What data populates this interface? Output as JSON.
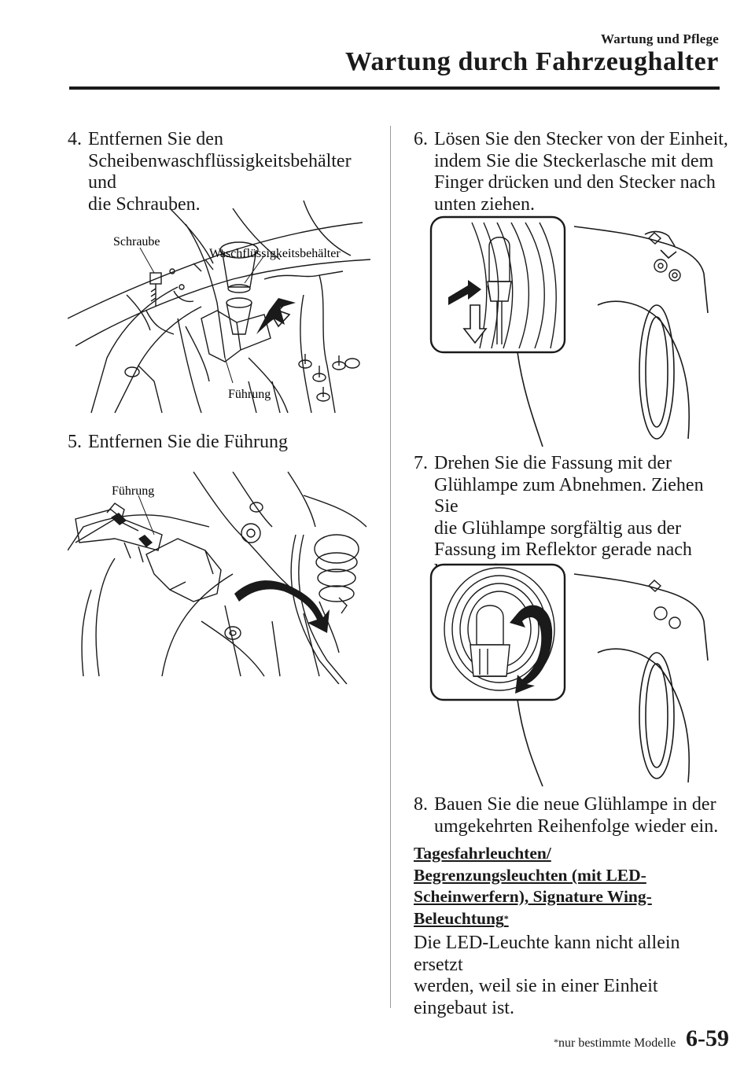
{
  "header": {
    "section_small": "Wartung und Pflege",
    "section_big": "Wartung durch Fahrzeughalter"
  },
  "steps": [
    {
      "num": "4.",
      "lines": [
        "Entfernen Sie den",
        "Scheibenwaschflüssigkeitsbehälter und",
        "die Schrauben."
      ]
    },
    {
      "num": "5.",
      "lines": [
        "Entfernen Sie die Führung"
      ]
    },
    {
      "num": "6.",
      "lines": [
        "Lösen Sie den Stecker von der Einheit,",
        "indem Sie die Steckerlasche mit dem",
        "Finger drücken und den Stecker nach",
        "unten ziehen."
      ]
    },
    {
      "num": "7.",
      "lines": [
        "Drehen Sie die Fassung mit der",
        "Glühlampe zum Abnehmen. Ziehen Sie",
        "die Glühlampe sorgfältig aus der",
        "Fassung im Reflektor gerade nach",
        "hinten ab."
      ]
    },
    {
      "num": "8.",
      "lines": [
        "Bauen Sie die neue Glühlampe in der",
        "umgekehrten Reihenfolge wieder ein."
      ]
    }
  ],
  "figure1": {
    "label_schraube": "Schraube",
    "label_behaelter": "Waschflüssigkeitsbehälter",
    "label_fuehrung": "Führung"
  },
  "figure2": {
    "label_fuehrung": "Führung"
  },
  "subheading": {
    "lines": [
      "Tagesfahrleuchten/",
      "Begrenzungsleuchten (mit LED-",
      "Scheinwerfern), Signature Wing-",
      "Beleuchtung"
    ],
    "star": "*"
  },
  "body": {
    "lines": [
      "Die LED-Leuchte kann nicht allein ersetzt",
      "werden, weil sie in einer Einheit",
      "eingebaut ist."
    ]
  },
  "footer": {
    "star": "*",
    "note": "nur bestimmte Modelle",
    "page_number": "6-59"
  }
}
